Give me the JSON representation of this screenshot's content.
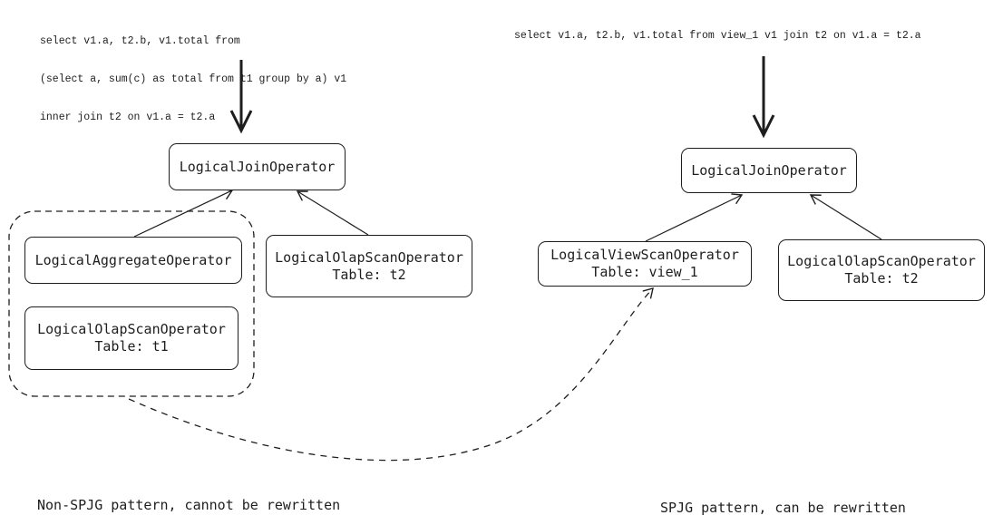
{
  "left": {
    "sql_lines": [
      "select v1.a, t2.b, v1.total from",
      "(select a, sum(c) as total from t1 group by a) v1",
      "inner join t2 on v1.a = t2.a"
    ],
    "join_node": "LogicalJoinOperator",
    "aggregate_node": "LogicalAggregateOperator",
    "scan_t2_node": {
      "name": "LogicalOlapScanOperator",
      "table": "Table: t2"
    },
    "scan_t1_node": {
      "name": "LogicalOlapScanOperator",
      "table": "Table: t1"
    },
    "caption": "Non-SPJG pattern, cannot be rewritten"
  },
  "right": {
    "sql": "select v1.a, t2.b, v1.total from view_1 v1 join t2 on v1.a = t2.a",
    "join_node": "LogicalJoinOperator",
    "view_scan_node": {
      "name": "LogicalViewScanOperator",
      "table": "Table: view_1"
    },
    "scan_t2_node": {
      "name": "LogicalOlapScanOperator",
      "table": "Table: t2"
    },
    "caption": "SPJG pattern, can be rewritten"
  },
  "colors": {
    "stroke": "#1e1e1e",
    "background": "#ffffff"
  }
}
